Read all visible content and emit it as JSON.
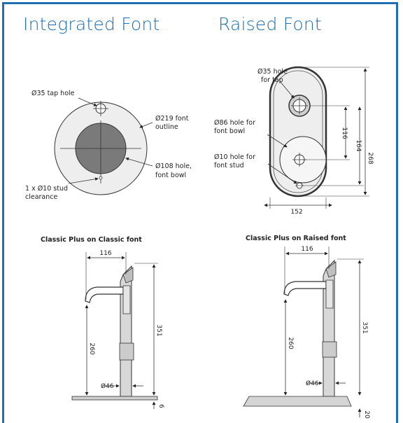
{
  "titles": {
    "left": "Integrated Font",
    "right": "Raised Font"
  },
  "integrated": {
    "tap_hole": "Ø35 tap hole",
    "font_outline_1": "Ø219 font",
    "font_outline_2": "outline",
    "bowl_hole_1": "Ø108 hole,",
    "bowl_hole_2": "font bowl",
    "stud_1": "1 x Ø10 stud",
    "stud_2": "clearance"
  },
  "raised": {
    "tap_hole_1": "Ø35 hole",
    "tap_hole_2": "for tap",
    "bowl_hole_1": "Ø86 hole for",
    "bowl_hole_2": "font bowl",
    "stud_1": "Ø10 hole for",
    "stud_2": "font stud",
    "dim_116": "116",
    "dim_164": "164",
    "dim_268": "268",
    "dim_152": "152"
  },
  "classic": {
    "caption": "Classic Plus on Classic font",
    "dim_116": "116",
    "dim_260": "260",
    "dim_351": "351",
    "dim_46": "Ø46",
    "dim_6": "6"
  },
  "raised_tap": {
    "caption": "Classic Plus on Raised font",
    "dim_116": "116",
    "dim_260": "260",
    "dim_351": "351",
    "dim_46": "Ø46",
    "dim_20": "20"
  }
}
